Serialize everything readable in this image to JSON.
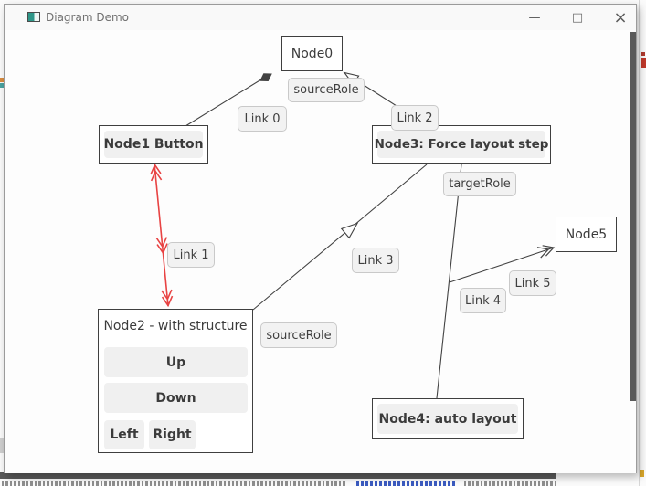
{
  "window": {
    "title": "Diagram Demo",
    "controls": {
      "minimize": "—",
      "maximize": "□",
      "close": "×"
    }
  },
  "nodes": {
    "node0": {
      "label": "Node0"
    },
    "node1": {
      "button_label": "Node1 Button"
    },
    "node2": {
      "title": "Node2 - with structure",
      "buttons": {
        "up": "Up",
        "down": "Down",
        "left": "Left",
        "right": "Right"
      }
    },
    "node3": {
      "button_label": "Node3: Force layout step"
    },
    "node4": {
      "button_label": "Node4: auto layout"
    },
    "node5": {
      "label": "Node5"
    }
  },
  "links": {
    "link0": {
      "label": "Link 0",
      "arrowhead": "filled-diamond"
    },
    "link1": {
      "label": "Link 1",
      "color": "#e84343",
      "arrowhead": "double-chevron-both-ends"
    },
    "link2": {
      "label": "Link 2",
      "arrowhead": "open-triangle-at-source"
    },
    "link3": {
      "label": "Link 3",
      "arrowhead": "hollow-triangle-midline"
    },
    "link4": {
      "label": "Link 4"
    },
    "link5": {
      "label": "Link 5",
      "arrowhead": "double-open-chevron"
    }
  },
  "role_labels": {
    "source_role_top": "sourceRole",
    "target_role": "targetRole",
    "source_role_bottom": "sourceRole"
  },
  "colors": {
    "line": "#424242",
    "red_link": "#e84343",
    "label_background": "#f2f2f2",
    "label_border": "#c9c9c9",
    "button_background": "#f0f0f0",
    "node_border": "#3f3f3f",
    "scrollbar_thumb": "#5a5a5a",
    "titlebar_text": "#707070",
    "titlebar_icon_teal": "#2e9688"
  }
}
